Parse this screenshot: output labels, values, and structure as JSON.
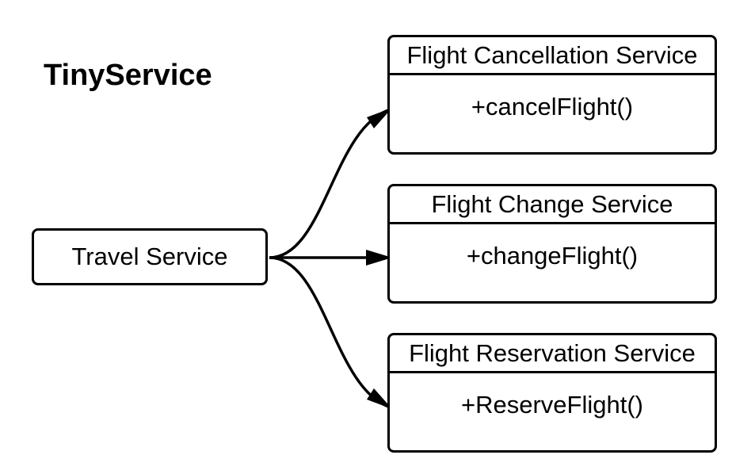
{
  "title": "TinyService",
  "travel_service": {
    "label": "Travel Service"
  },
  "services": [
    {
      "name": "Flight Cancellation Service",
      "operation": "+cancelFlight()"
    },
    {
      "name": "Flight Change Service",
      "operation": "+changeFlight()"
    },
    {
      "name": "Flight Reservation Service",
      "operation": "+ReserveFlight()"
    }
  ],
  "colors": {
    "stroke": "#000000",
    "background": "#ffffff"
  }
}
